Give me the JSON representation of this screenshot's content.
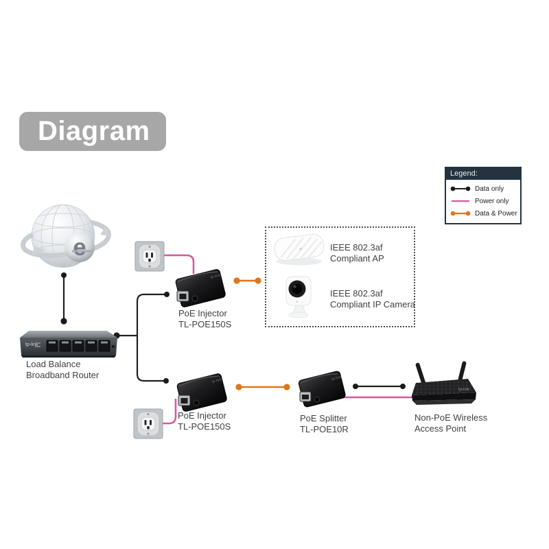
{
  "title": "Diagram",
  "legend": {
    "title": "Legend:",
    "items": [
      {
        "label": "Data only",
        "color": "#1f1f1f",
        "style": "line-with-dots"
      },
      {
        "label": "Power only",
        "color": "#d8569b",
        "style": "plain-line"
      },
      {
        "label": "Data & Power",
        "color": "#e0751c",
        "style": "line-with-dots"
      }
    ]
  },
  "colors": {
    "data_line": "#1f1f1f",
    "power_line": "#d8569b",
    "data_power_line": "#e0751c",
    "legend_header_bg": "#24333f",
    "banner_bg": "#a7a7a7",
    "background": "#ffffff"
  },
  "devices": {
    "internet_globe": {
      "icon": "globe-internet-icon"
    },
    "router": {
      "label": [
        "Load Balance",
        "Broadband Router"
      ]
    },
    "outlet_top": {
      "icon": "power-outlet-icon"
    },
    "outlet_bottom": {
      "icon": "power-outlet-icon"
    },
    "injector_top": {
      "label": [
        "PoE Injector",
        "TL-POE150S"
      ]
    },
    "injector_bottom": {
      "label": [
        "PoE Injector",
        "TL-POE150S"
      ]
    },
    "splitter": {
      "label": [
        "PoE Splitter",
        "TL-POE10R"
      ]
    },
    "compliant_ap": {
      "label": [
        "IEEE 802.3af",
        "Compliant AP"
      ]
    },
    "compliant_camera": {
      "label": [
        "IEEE 802.3af",
        "Compliant IP Camera"
      ]
    },
    "wireless_ap": {
      "label": [
        "Non-PoE Wireless",
        "Access Point"
      ]
    }
  }
}
